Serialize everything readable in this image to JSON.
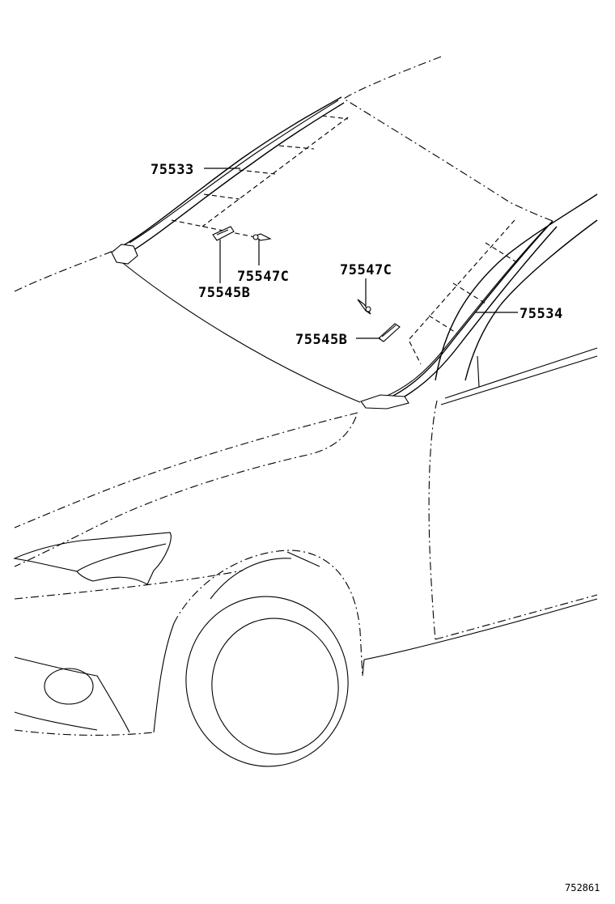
{
  "labels": {
    "part_75533": "75533",
    "part_75534": "75534",
    "part_75545b_left": "75545B",
    "part_75547c_left": "75547C",
    "part_75545b_right": "75545B",
    "part_75547c_right": "75547C"
  },
  "diagram_ref": "752861"
}
